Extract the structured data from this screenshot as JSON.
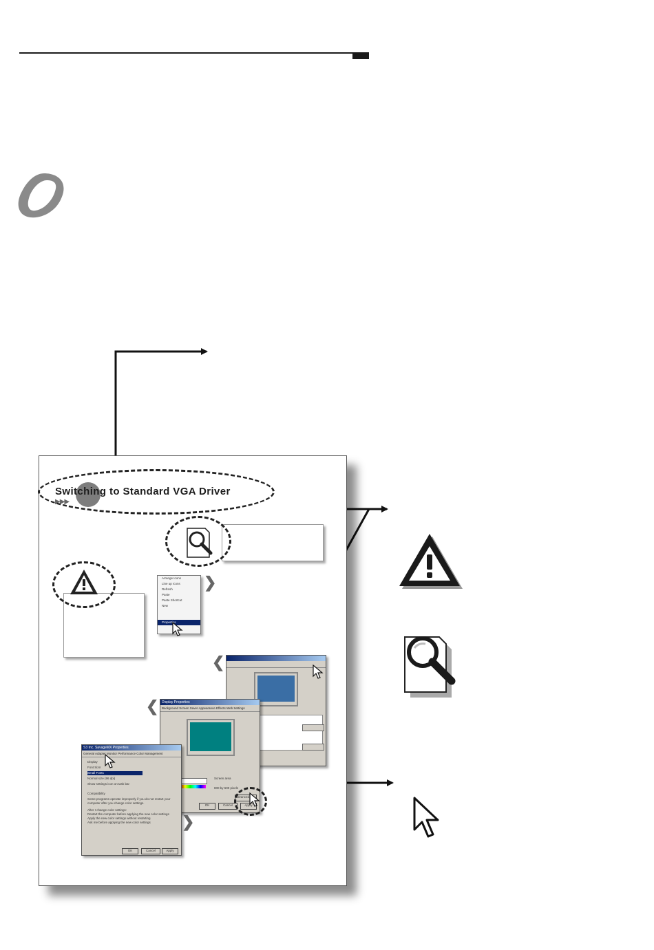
{
  "sample_page": {
    "title": "Switching to Standard VGA Driver"
  },
  "icons": {
    "chapter_letter": "letter-o-icon",
    "warning": "warning-triangle-icon",
    "note": "note-magnifier-icon",
    "cursor": "mouse-pointer-icon"
  },
  "screenshots": {
    "menu_items": [
      "Arrange Icons",
      "Line up Icons",
      "Refresh",
      "Paste",
      "Paste Shortcut",
      "New",
      "Properties"
    ],
    "display_properties": {
      "title": "Display Properties",
      "tabs": "Background Screen Saver Appearance Effects Web Settings",
      "ok": "OK",
      "cancel": "Cancel",
      "apply": "Apply",
      "advanced": "Advanced...",
      "screen_area": "Screen area",
      "resolution": "800 by 600 pixels"
    },
    "driver_properties": {
      "title": "S3 Inc. SavageMX Properties",
      "tabs": "General Adapter Monitor Performance Color Management",
      "display": "Display",
      "font_size": "Font Size:",
      "font_value": "Small Fonts",
      "normal_size": "Normal size (96 dpi)",
      "show_settings": "Show settings icon on task bar",
      "compatibility": "Compatibility",
      "compat_text": "Some programs operate improperly if you do not restart your computer after you change color settings.",
      "after_change": "After I change color settings:",
      "opt1": "Restart the computer before applying the new color settings",
      "opt2": "Apply the new color settings without restarting",
      "opt3": "Ask me before applying the new color settings",
      "ok": "OK",
      "cancel": "Cancel",
      "apply": "Apply"
    }
  }
}
